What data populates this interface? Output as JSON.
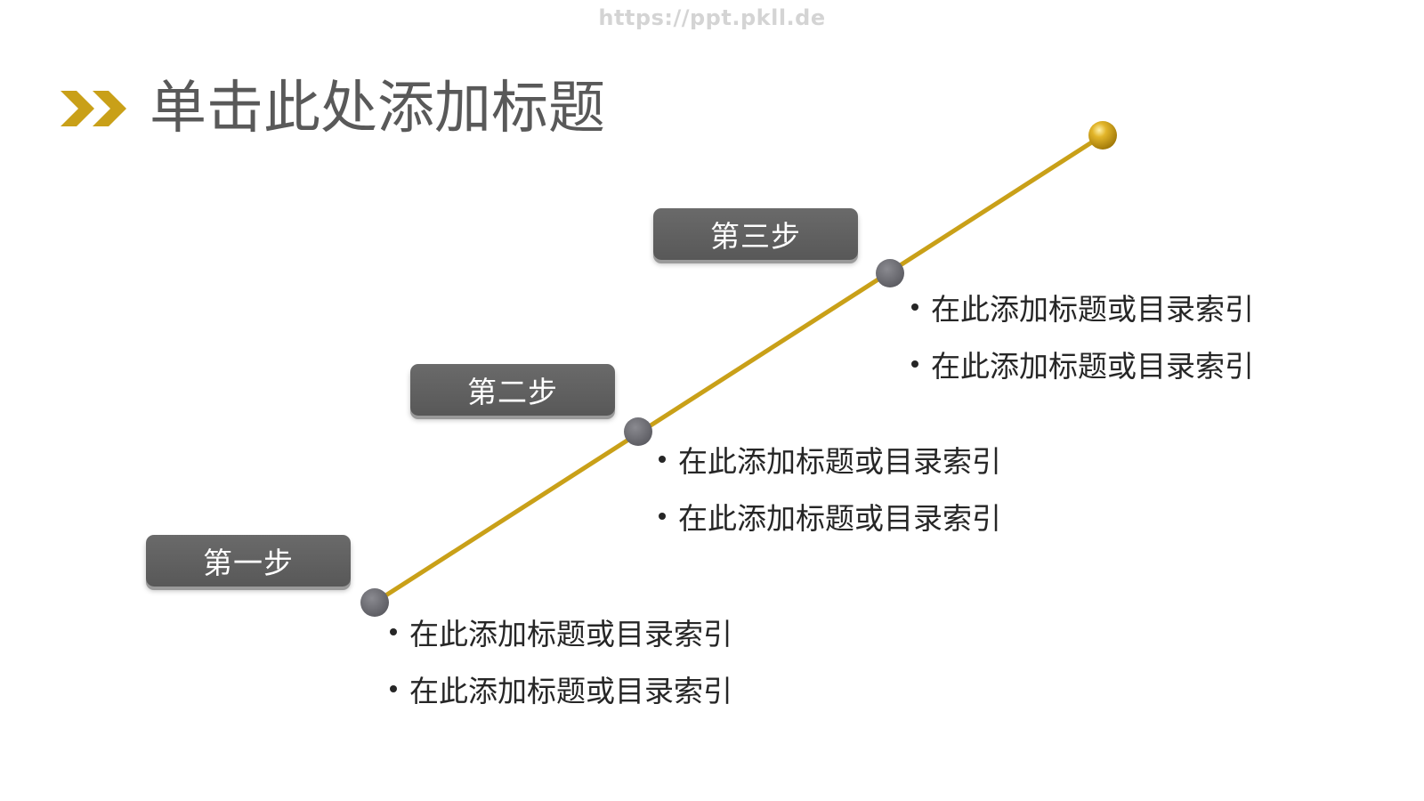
{
  "watermark": "https://ppt.pkll.de",
  "title": "单击此处添加标题",
  "colors": {
    "accent": "#c9a018",
    "badge": "#5f5f5f",
    "node": "#6b6b70",
    "title": "#595959",
    "text": "#262626"
  },
  "icons": {
    "title_marker": "double-chevron-right-icon",
    "end_marker": "gold-sphere-icon"
  },
  "steps": [
    {
      "label": "第一步",
      "items": [
        "在此添加标题或目录索引",
        "在此添加标题或目录索引"
      ]
    },
    {
      "label": "第二步",
      "items": [
        "在此添加标题或目录索引",
        "在此添加标题或目录索引"
      ]
    },
    {
      "label": "第三步",
      "items": [
        "在此添加标题或目录索引",
        "在此添加标题或目录索引"
      ]
    }
  ]
}
